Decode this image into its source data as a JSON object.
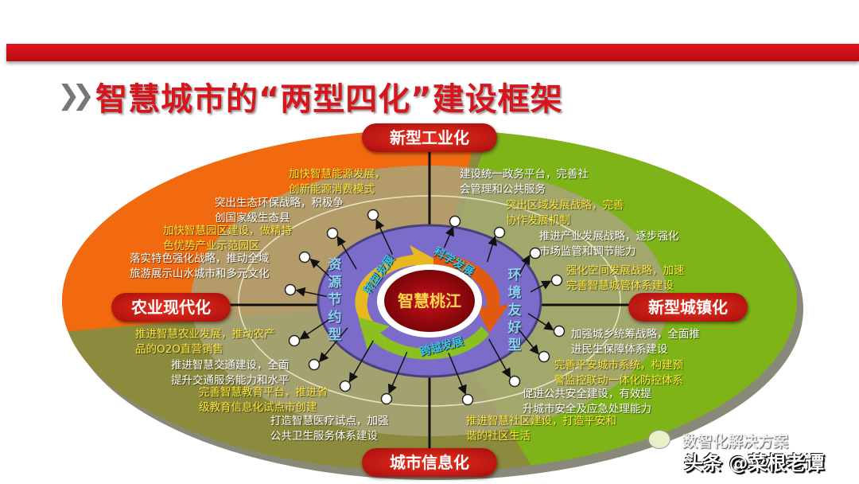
{
  "title": "智慧城市的“两型四化”建设框架",
  "title_icon": "double-chevron-icon",
  "center": "智慧桃江",
  "pillars": {
    "top": "新型工业化",
    "left": "农业现代化",
    "right": "新型城镇化",
    "bottom": "城市信息化"
  },
  "types": {
    "left": "资源节约型",
    "right": "环境友好型"
  },
  "ring": {
    "top": "科学发展",
    "left": "转型发展",
    "bottom": "跨越发展"
  },
  "items": {
    "top_left": [
      {
        "text": "加快智慧能源发展，\n创新能源消费模式",
        "color": "yellow"
      },
      {
        "text": "突出生态环保战略，积极争\n创国家级生态县",
        "color": "white"
      },
      {
        "text": "加快智慧园区建设，做精特\n色优势产业示范园区",
        "color": "yellow"
      },
      {
        "text": "落实特色强化战略，推动全域\n旅游展示山水城市和多元文化",
        "color": "white"
      }
    ],
    "top_right": [
      {
        "text": "建设统一政务平台，完善社\n会管理和公共服务",
        "color": "white"
      },
      {
        "text": "突出区域发展战略，完善\n协作发展机制",
        "color": "yellow"
      },
      {
        "text": "推进产业发展战略，逐步强化\n市场监管和调节能力",
        "color": "white"
      },
      {
        "text": "强化空间发展战略，加速\n完善智慧城管体系建设",
        "color": "yellow"
      }
    ],
    "bottom_left": [
      {
        "text": "推进智慧农业发展，推动农产\n品的O2O直营销售",
        "color": "yellow"
      },
      {
        "text": "推进智慧交通建设，全面\n提升交通服务能力和水平",
        "color": "white"
      },
      {
        "text": "完善智慧教育平台，推进省\n级教育信息化试点市创建",
        "color": "yellow"
      },
      {
        "text": "打造智慧医疗试点，加强\n公共卫生服务体系建设",
        "color": "white"
      }
    ],
    "bottom_right": [
      {
        "text": "加强城乡统筹战略，全面推\n进民生保障体系建设",
        "color": "white"
      },
      {
        "text": "完善平安城市系统，构建预\n警监控联动一体化防控体系",
        "color": "yellow"
      },
      {
        "text": "促进公共安全建设，有效提\n升城市安全及应急处理能力",
        "color": "white"
      },
      {
        "text": "推进智慧社区建设，打造平安和\n谐的社区生活",
        "color": "yellow"
      }
    ]
  },
  "watermark": {
    "line1": "数智化解决方案",
    "line2": "头条 @菜根老谭",
    "icon": "wechat-icon"
  },
  "colors": {
    "red": "#d5161c",
    "orange": "#f26a10",
    "green": "#7fb418",
    "olive": "#8c8a3c",
    "purple": "#7a6cc8"
  }
}
